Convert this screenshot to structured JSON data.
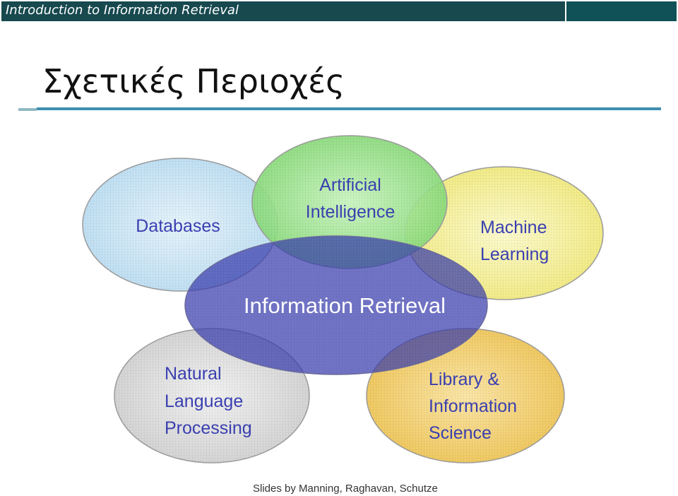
{
  "header": {
    "course_title": "Introduction to Information Retrieval"
  },
  "slide": {
    "title": "Σχετικές Περιοχές"
  },
  "diagram": {
    "center": {
      "label": "Information Retrieval",
      "color": "#3a3fb0"
    },
    "areas": [
      {
        "key": "databases",
        "lines": [
          "Databases"
        ],
        "color": "#c8e6f7"
      },
      {
        "key": "ai",
        "lines": [
          "Artificial",
          "Intelligence"
        ],
        "color": "#9be68f"
      },
      {
        "key": "ml",
        "lines": [
          "Machine",
          "Learning"
        ],
        "color": "#f7f29a"
      },
      {
        "key": "nlp",
        "lines": [
          "Natural",
          "Language",
          "Processing"
        ],
        "color": "#dcdcdc"
      },
      {
        "key": "lis",
        "lines": [
          "Library &",
          "Information",
          "Science"
        ],
        "color": "#f5d272"
      }
    ]
  },
  "footer": {
    "credit": "Slides by Manning, Raghavan, Schutze"
  }
}
